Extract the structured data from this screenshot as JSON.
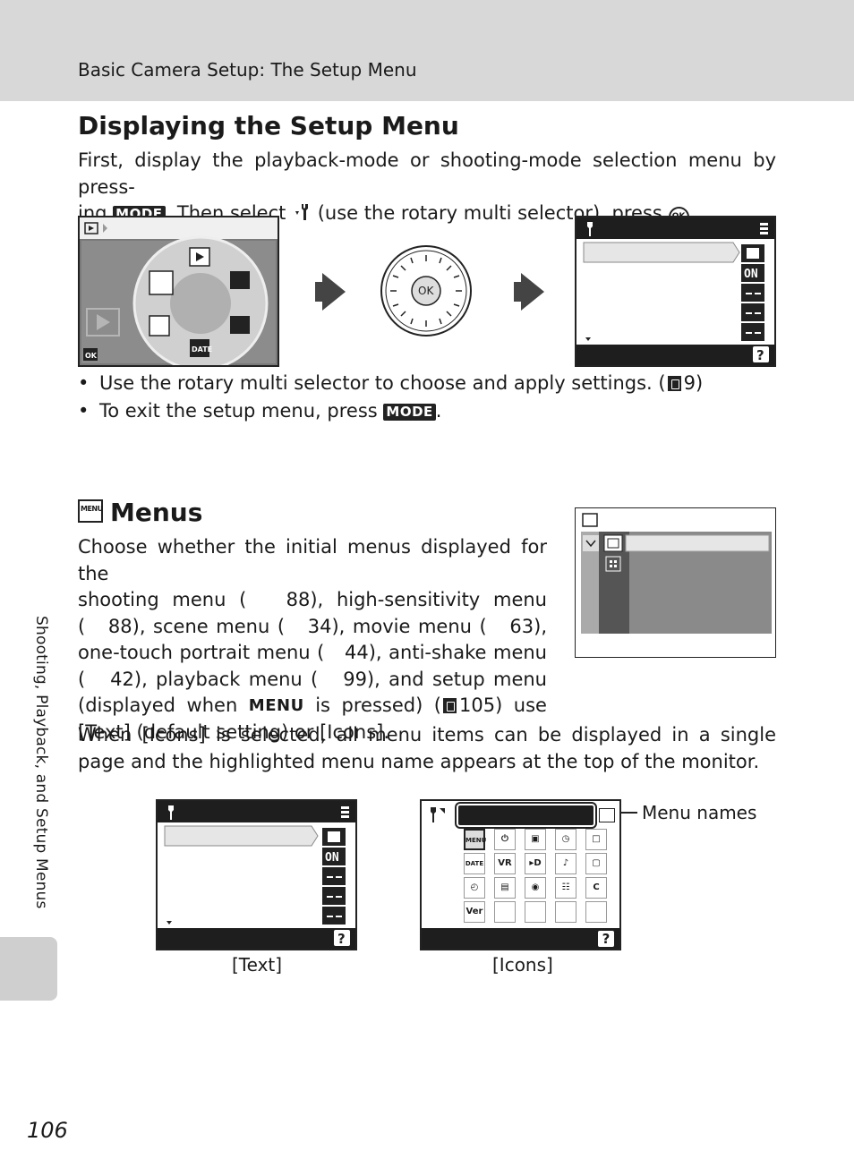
{
  "header": {
    "title": "Basic Camera Setup: The Setup Menu"
  },
  "side": {
    "label": "Shooting, Playback, and Setup Menus"
  },
  "section1": {
    "title": "Displaying the Setup Menu",
    "intro_a": "First, display the playback-mode or shooting-mode selection menu by press-",
    "intro_b_1": "ing",
    "intro_b_2": ". Then select",
    "intro_b_3": "(use the rotary multi selector), press",
    "intro_b_4": ".",
    "mode_key": "MODE",
    "ok_key": "OK",
    "bullet1_a": "Use the rotary multi selector to choose and apply settings. (",
    "bullet1_b": "9)",
    "bullet2_a": "To exit the setup menu, press",
    "bullet2_b": "."
  },
  "figure1": {
    "dial_ok_label": "OK",
    "on_label": "ON",
    "date_label": "DATE",
    "ok_badge": "OK",
    "help_label": "?"
  },
  "section2": {
    "icon_label": "MENU",
    "title": "Menus",
    "p1_lines": [
      "Choose whether the initial menus displayed for the",
      "shooting menu (   88), high-sensitivity menu",
      "(   88), scene menu (   34), movie menu (   63),",
      "one-touch portrait menu (   44), anti-shake menu",
      "(   42), playback menu (   99), and setup menu",
      "(displayed when",
      "[Text] (default setting) or [Icons]."
    ],
    "p1_line6_b": "is pressed) (",
    "p1_line6_c": "105) use",
    "menu_word": "MENU",
    "p2": "When [Icons] is selected, all menu items can be displayed in a single page and the highlighted menu name appears at the top of the monitor."
  },
  "figure2": {
    "text_caption": "[Text]",
    "icons_caption": "[Icons]",
    "menu_names_label": "Menu names",
    "icon_grid": [
      [
        "MENU",
        "⏻",
        "▣",
        "◷",
        "□"
      ],
      [
        "DATE",
        "VR",
        "▸D",
        "♪",
        "▢"
      ],
      [
        "◴",
        "▤",
        "◉",
        "☷",
        "C"
      ],
      [
        "Ver",
        "",
        "",
        "",
        ""
      ]
    ]
  },
  "page": {
    "number": "106"
  }
}
